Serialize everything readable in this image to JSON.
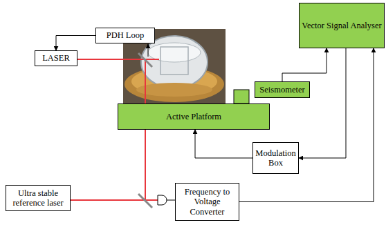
{
  "diagram": {
    "nodes": [
      {
        "text": [
          "PDH Loop"
        ]
      },
      {
        "text": [
          "Vector Signal Analyser"
        ]
      },
      {
        "text": [
          "LASER"
        ]
      },
      {
        "text": [
          "Seismometer"
        ]
      },
      {
        "text": [
          "Active Platform"
        ]
      },
      {
        "text": [
          "Modulation Box"
        ]
      },
      {
        "text": [
          "Ultra stable reference laser"
        ]
      },
      {
        "text": [
          "Frequency to Voltage Converter"
        ]
      }
    ],
    "edges": [
      {
        "from": 0,
        "to": 2,
        "arrow": "to"
      },
      {
        "from": 3,
        "to": 1,
        "arrow": "to"
      },
      {
        "from": 1,
        "to": 5,
        "arrow": "to"
      },
      {
        "from": 5,
        "to": 4,
        "arrow": "to"
      },
      {
        "from": 7,
        "to": 1,
        "arrow": "to"
      }
    ]
  }
}
